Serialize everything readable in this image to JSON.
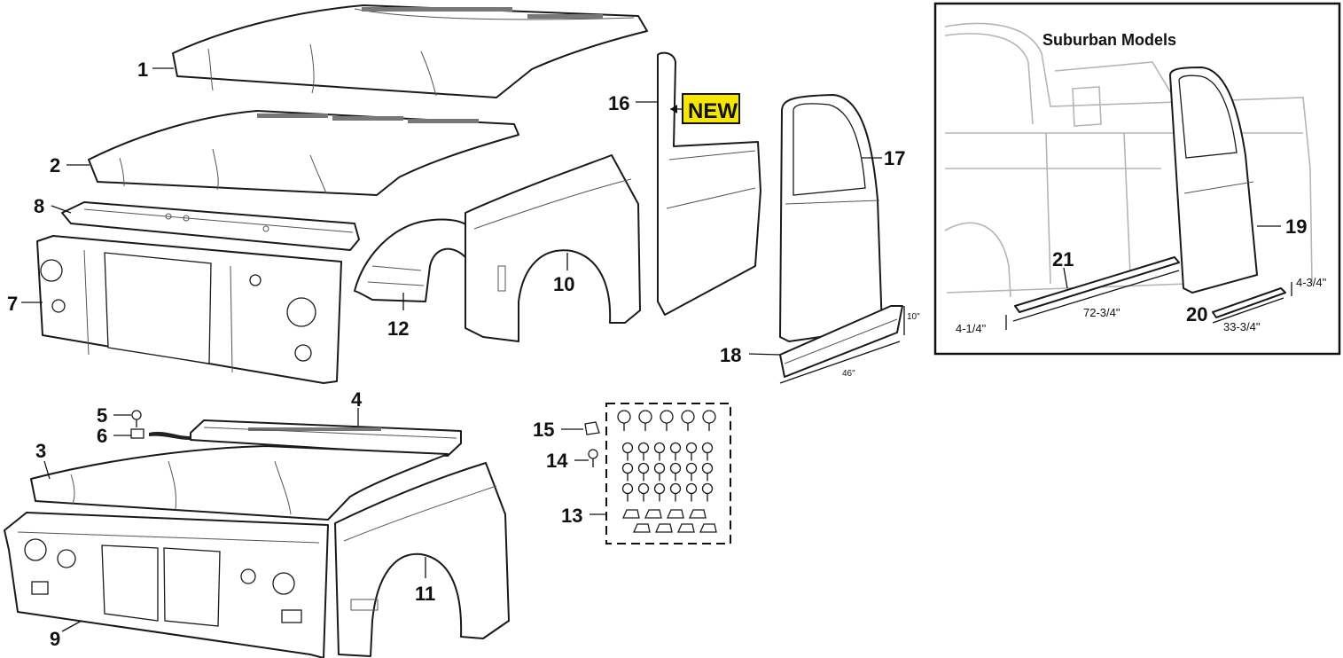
{
  "callouts": {
    "c1": "1",
    "c2": "2",
    "c3": "3",
    "c4": "4",
    "c5": "5",
    "c6": "6",
    "c7": "7",
    "c8": "8",
    "c9": "9",
    "c10": "10",
    "c11": "11",
    "c12": "12",
    "c13": "13",
    "c14": "14",
    "c15": "15",
    "c16": "16",
    "c17": "17",
    "c18": "18",
    "c19": "19",
    "c20": "20",
    "c21": "21"
  },
  "badge": {
    "label": "NEW",
    "color": "#f6e600"
  },
  "inset": {
    "title": "Suburban Models"
  },
  "dimensions": {
    "rocker_height": "10\"",
    "rocker_length": "46\"",
    "suburban_rocker_length": "72-3/4\"",
    "suburban_rocker_height": "4-1/4\"",
    "rear_rocker_length": "33-3/4\"",
    "rear_rocker_height": "4-3/4\""
  }
}
